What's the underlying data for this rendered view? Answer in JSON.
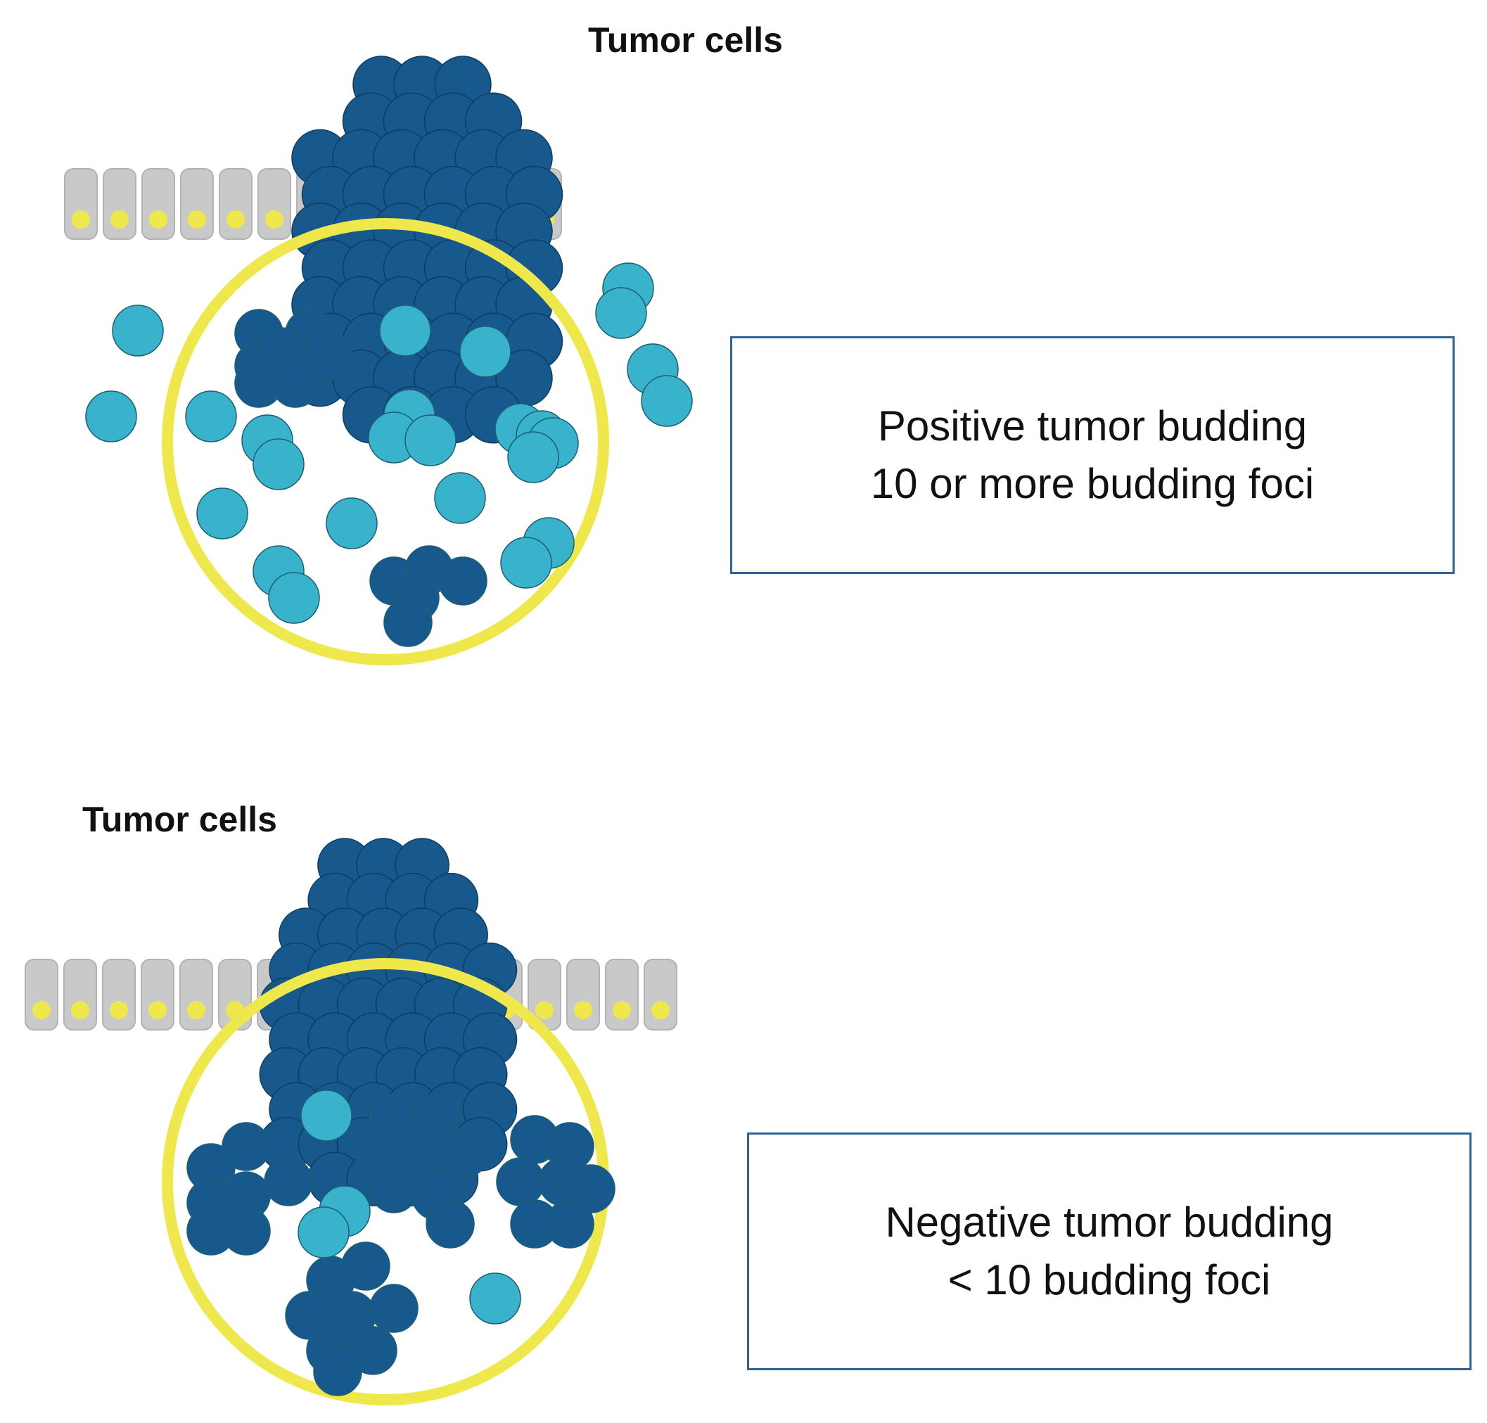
{
  "colors": {
    "epithelium_fill": "#c9c9c9",
    "epithelium_stroke": "#b3b3b3",
    "nucleus": "#efe84d",
    "tumor_cell": "#17598c",
    "budding_cell": "#39b3cc",
    "field_circle": "#efe84d",
    "box_border": "#2f6494"
  },
  "panels": [
    {
      "label": "Tumor cells",
      "result_lines": [
        "Positive tumor budding",
        "10 or more budding foci"
      ]
    },
    {
      "label": "Tumor cells",
      "result_lines": [
        "Negative tumor budding",
        "< 10 budding foci"
      ]
    }
  ]
}
